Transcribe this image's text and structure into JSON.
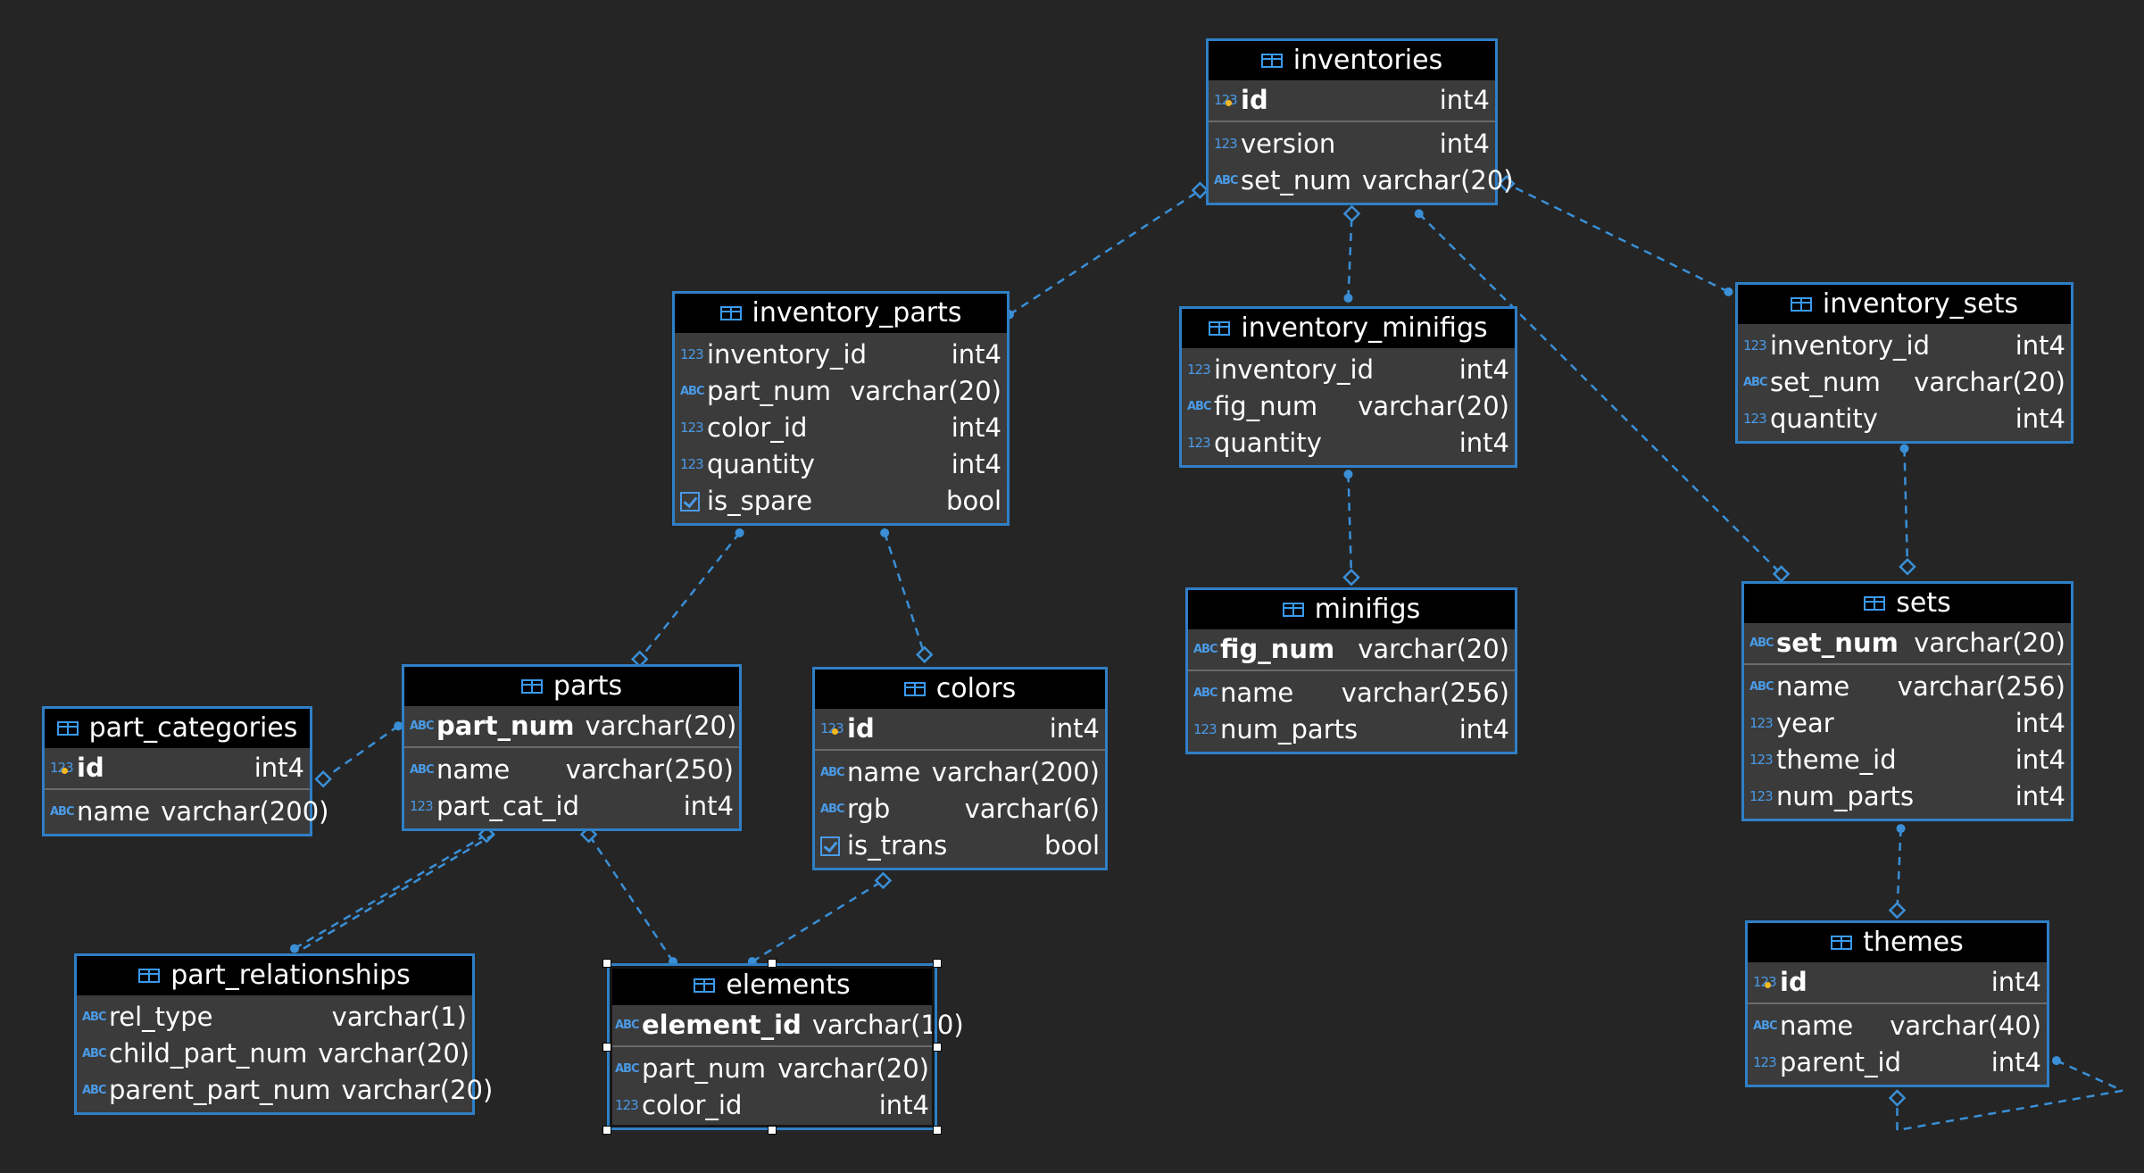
{
  "colors": {
    "background": "#252525",
    "table_border": "#2f7fc6",
    "table_header": "#000000",
    "table_body": "#3b3b3b",
    "connector": "#3a8fd6",
    "type_icon": "#4a9ae6"
  },
  "icons": {
    "table": "table-icon",
    "numeric": "numeric-type-icon",
    "text": "text-type-icon",
    "boolean": "checkbox-type-icon",
    "primary_key": "key-icon"
  },
  "tables": {
    "inventories": {
      "name": "inventories",
      "pk": [
        {
          "name": "id",
          "type": "int4",
          "kind": "num"
        }
      ],
      "cols": [
        {
          "name": "version",
          "type": "int4",
          "kind": "num"
        },
        {
          "name": "set_num",
          "type": "varchar(20)",
          "kind": "txt"
        }
      ]
    },
    "inventory_parts": {
      "name": "inventory_parts",
      "pk": [],
      "cols": [
        {
          "name": "inventory_id",
          "type": "int4",
          "kind": "num"
        },
        {
          "name": "part_num",
          "type": "varchar(20)",
          "kind": "txt"
        },
        {
          "name": "color_id",
          "type": "int4",
          "kind": "num"
        },
        {
          "name": "quantity",
          "type": "int4",
          "kind": "num"
        },
        {
          "name": "is_spare",
          "type": "bool",
          "kind": "bool"
        }
      ]
    },
    "inventory_minifigs": {
      "name": "inventory_minifigs",
      "pk": [],
      "cols": [
        {
          "name": "inventory_id",
          "type": "int4",
          "kind": "num"
        },
        {
          "name": "fig_num",
          "type": "varchar(20)",
          "kind": "txt"
        },
        {
          "name": "quantity",
          "type": "int4",
          "kind": "num"
        }
      ]
    },
    "inventory_sets": {
      "name": "inventory_sets",
      "pk": [],
      "cols": [
        {
          "name": "inventory_id",
          "type": "int4",
          "kind": "num"
        },
        {
          "name": "set_num",
          "type": "varchar(20)",
          "kind": "txt"
        },
        {
          "name": "quantity",
          "type": "int4",
          "kind": "num"
        }
      ]
    },
    "minifigs": {
      "name": "minifigs",
      "pk": [
        {
          "name": "fig_num",
          "type": "varchar(20)",
          "kind": "txt"
        }
      ],
      "cols": [
        {
          "name": "name",
          "type": "varchar(256)",
          "kind": "txt"
        },
        {
          "name": "num_parts",
          "type": "int4",
          "kind": "num"
        }
      ]
    },
    "sets": {
      "name": "sets",
      "pk": [
        {
          "name": "set_num",
          "type": "varchar(20)",
          "kind": "txt"
        }
      ],
      "cols": [
        {
          "name": "name",
          "type": "varchar(256)",
          "kind": "txt"
        },
        {
          "name": "year",
          "type": "int4",
          "kind": "num"
        },
        {
          "name": "theme_id",
          "type": "int4",
          "kind": "num"
        },
        {
          "name": "num_parts",
          "type": "int4",
          "kind": "num"
        }
      ]
    },
    "parts": {
      "name": "parts",
      "pk": [
        {
          "name": "part_num",
          "type": "varchar(20)",
          "kind": "txt"
        }
      ],
      "cols": [
        {
          "name": "name",
          "type": "varchar(250)",
          "kind": "txt"
        },
        {
          "name": "part_cat_id",
          "type": "int4",
          "kind": "num"
        }
      ]
    },
    "colors": {
      "name": "colors",
      "pk": [
        {
          "name": "id",
          "type": "int4",
          "kind": "num"
        }
      ],
      "cols": [
        {
          "name": "name",
          "type": "varchar(200)",
          "kind": "txt"
        },
        {
          "name": "rgb",
          "type": "varchar(6)",
          "kind": "txt"
        },
        {
          "name": "is_trans",
          "type": "bool",
          "kind": "bool"
        }
      ]
    },
    "part_categories": {
      "name": "part_categories",
      "pk": [
        {
          "name": "id",
          "type": "int4",
          "kind": "num"
        }
      ],
      "cols": [
        {
          "name": "name",
          "type": "varchar(200)",
          "kind": "txt"
        }
      ]
    },
    "part_relationships": {
      "name": "part_relationships",
      "pk": [],
      "cols": [
        {
          "name": "rel_type",
          "type": "varchar(1)",
          "kind": "txt"
        },
        {
          "name": "child_part_num",
          "type": "varchar(20)",
          "kind": "txt"
        },
        {
          "name": "parent_part_num",
          "type": "varchar(20)",
          "kind": "txt"
        }
      ]
    },
    "elements": {
      "name": "elements",
      "selected": true,
      "pk": [
        {
          "name": "element_id",
          "type": "varchar(10)",
          "kind": "txt"
        }
      ],
      "cols": [
        {
          "name": "part_num",
          "type": "varchar(20)",
          "kind": "txt"
        },
        {
          "name": "color_id",
          "type": "int4",
          "kind": "num"
        }
      ]
    },
    "themes": {
      "name": "themes",
      "pk": [
        {
          "name": "id",
          "type": "int4",
          "kind": "num"
        }
      ],
      "cols": [
        {
          "name": "name",
          "type": "varchar(40)",
          "kind": "txt"
        },
        {
          "name": "parent_id",
          "type": "int4",
          "kind": "num"
        }
      ]
    }
  },
  "relationships": [
    {
      "from": "inventory_parts",
      "to": "inventories"
    },
    {
      "from": "inventory_minifigs",
      "to": "inventories"
    },
    {
      "from": "inventory_sets",
      "to": "inventories"
    },
    {
      "from": "inventories",
      "to": "sets"
    },
    {
      "from": "inventory_minifigs",
      "to": "minifigs"
    },
    {
      "from": "inventory_sets",
      "to": "sets"
    },
    {
      "from": "sets",
      "to": "themes"
    },
    {
      "from": "inventory_parts",
      "to": "parts"
    },
    {
      "from": "inventory_parts",
      "to": "colors"
    },
    {
      "from": "parts",
      "to": "part_categories"
    },
    {
      "from": "part_relationships",
      "to": "parts"
    },
    {
      "from": "elements",
      "to": "parts"
    },
    {
      "from": "elements",
      "to": "colors"
    },
    {
      "from": "themes",
      "to": "themes"
    }
  ]
}
